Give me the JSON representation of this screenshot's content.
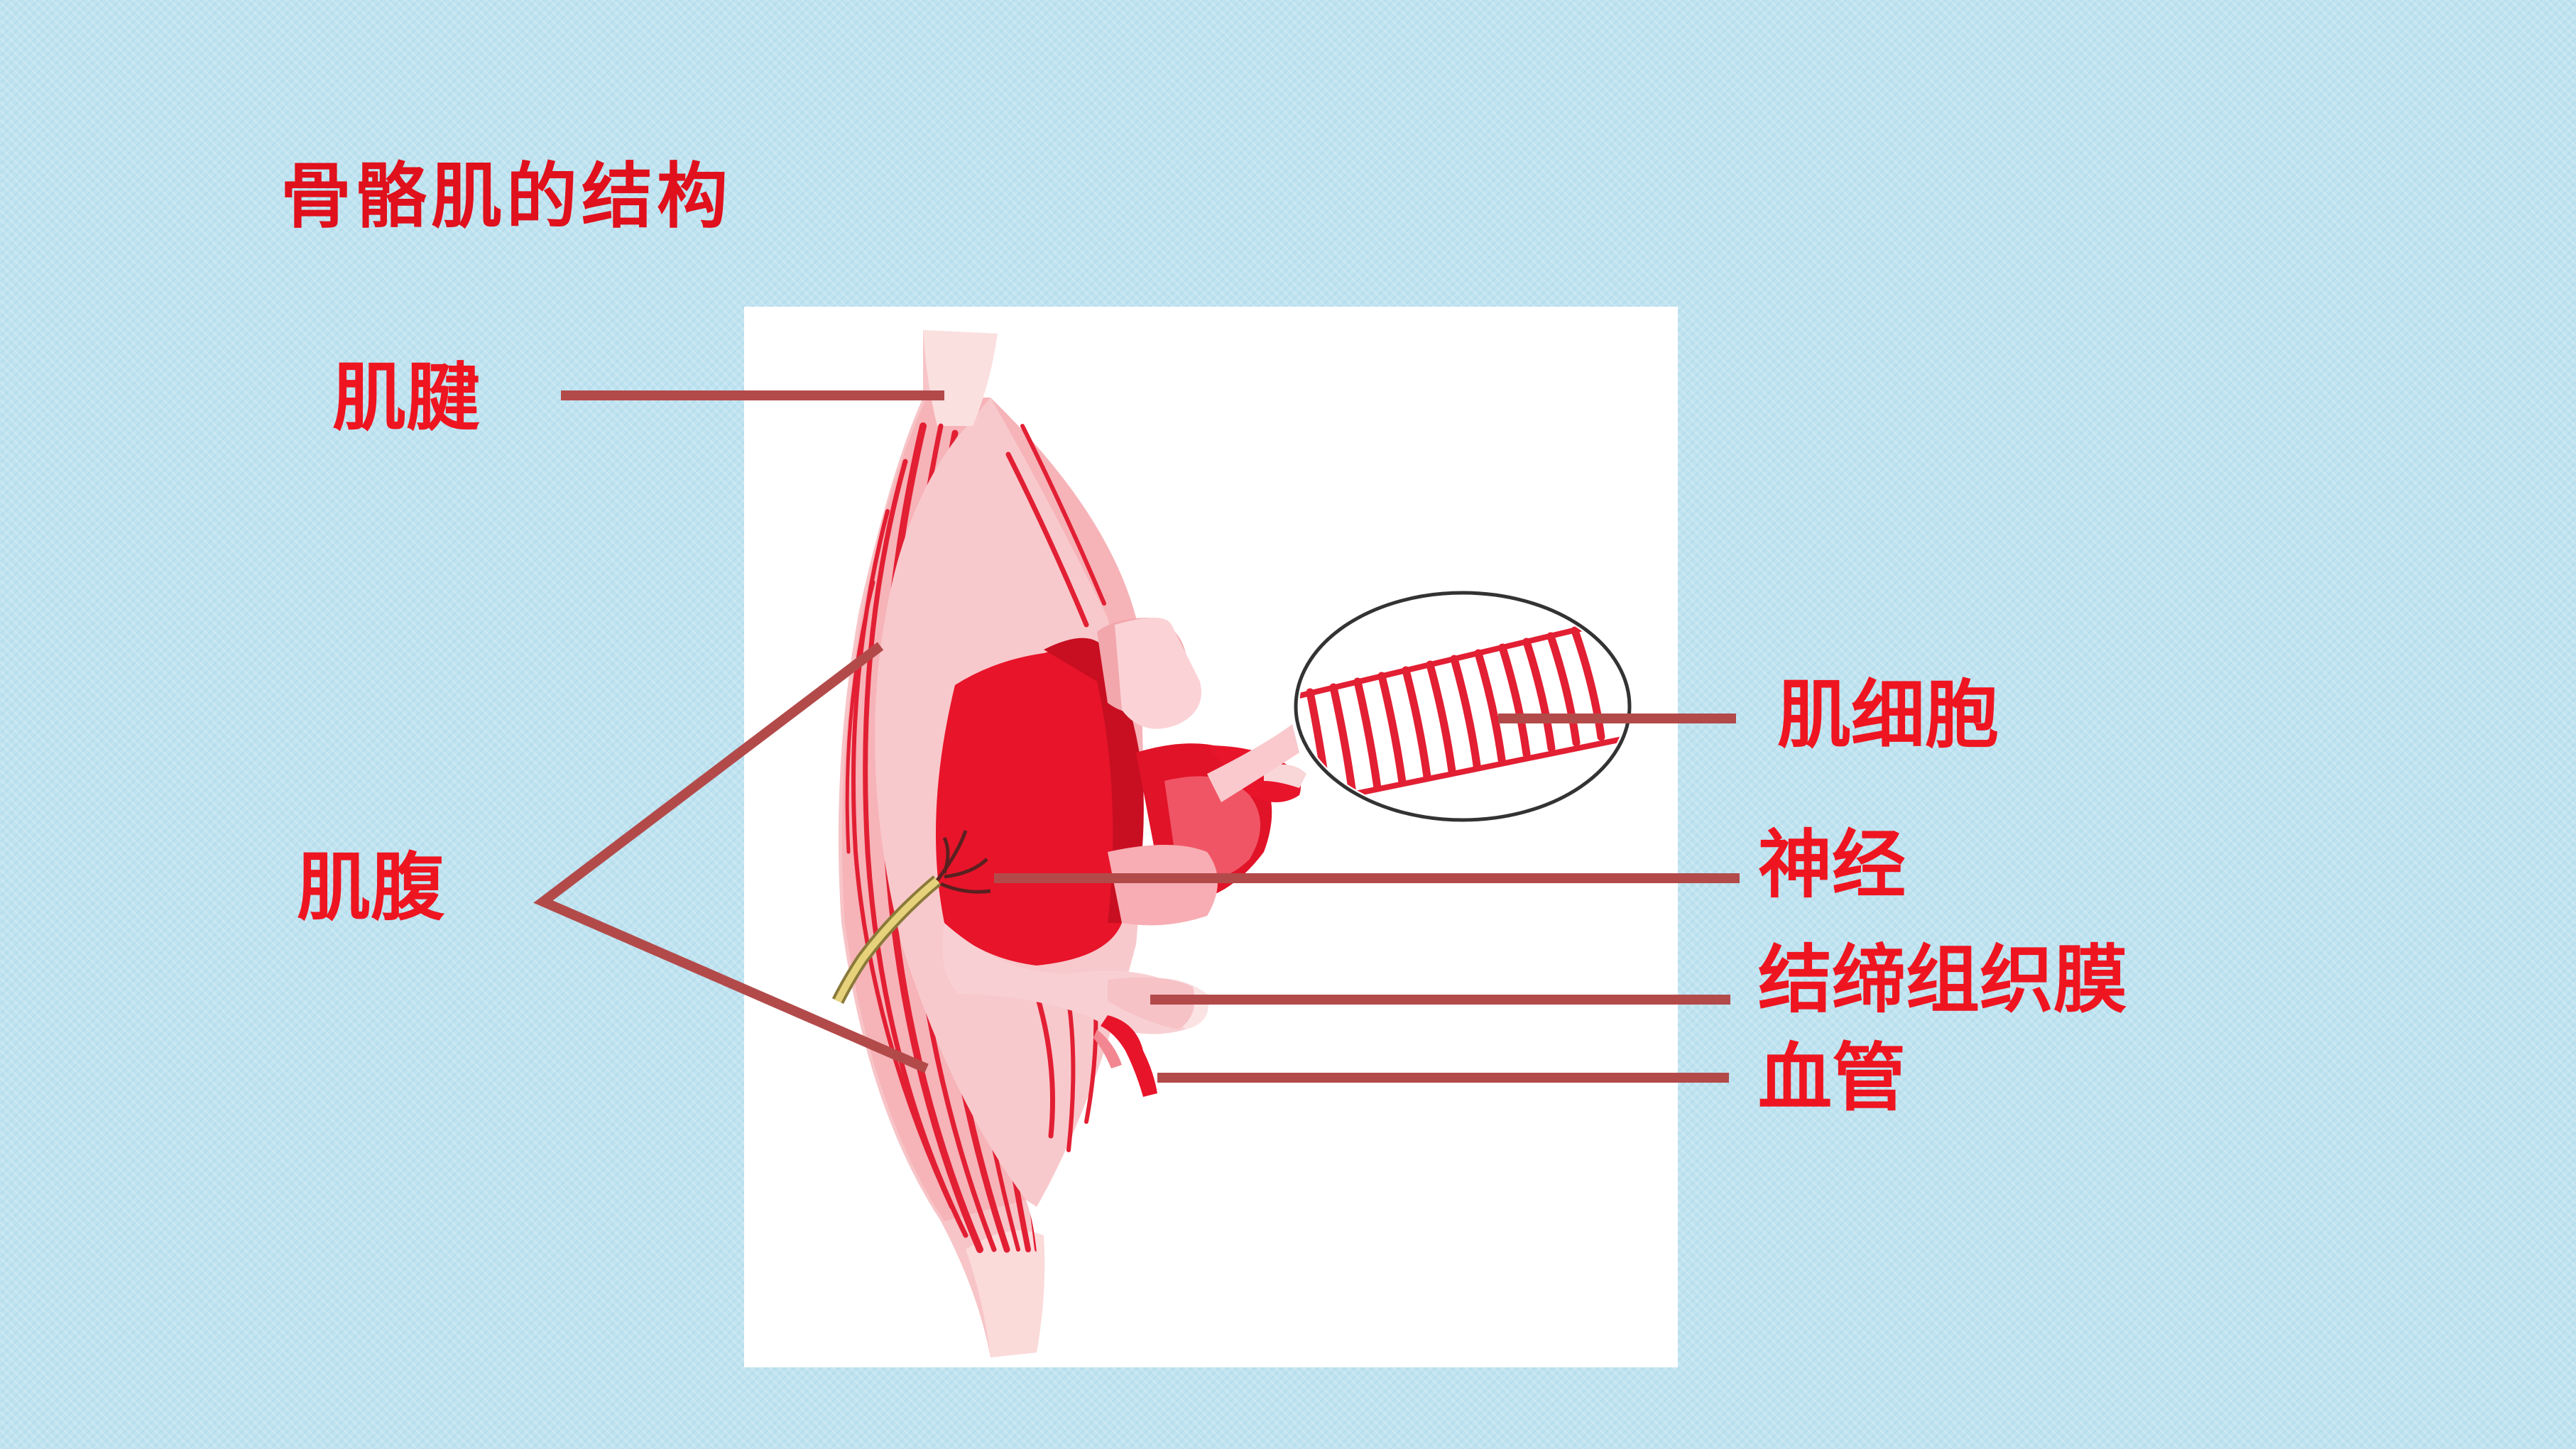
{
  "title": "骨骼肌的结构",
  "labels": {
    "tendon": "肌腱",
    "belly": "肌腹",
    "muscle_cell": "肌细胞",
    "nerve": "神经",
    "fascia": "结缔组织膜",
    "blood_vessel": "血管"
  },
  "colors": {
    "label_text": "#ee1520",
    "leader_line": "#b34a4a",
    "muscle_red": "#e8142a",
    "muscle_pink": "#f7bcc0",
    "panel_white": "#ffffff"
  }
}
